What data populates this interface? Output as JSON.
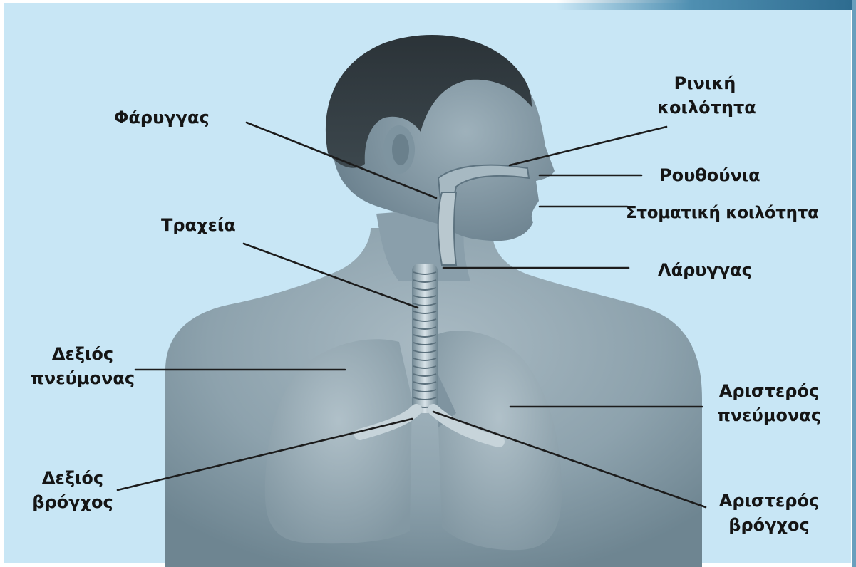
{
  "diagram": {
    "colors": {
      "background": "#c8e6f5",
      "body": "#8fa4b0",
      "line": "#1a1a1a"
    },
    "labels": {
      "nasal_cavity": [
        "Ρινική",
        "κοιλότητα"
      ],
      "pharynx": "Φάρυγγας",
      "nostrils": "Ρουθούνια",
      "oral_cavity": "Στοματική κοιλότητα",
      "trachea": "Τραχεία",
      "larynx": "Λάρυγγας",
      "right_lung": [
        "Δεξιός",
        "πνεύμονας"
      ],
      "left_lung": [
        "Αριστερός",
        "πνεύμονας"
      ],
      "right_bronchus": [
        "Δεξιός",
        "βρόγχος"
      ],
      "left_bronchus": [
        "Αριστερός",
        "βρόγχος"
      ]
    }
  }
}
